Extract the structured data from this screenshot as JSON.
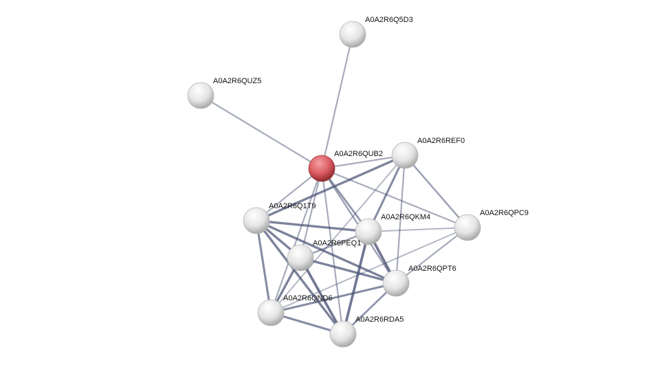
{
  "colors": {
    "edge": "#4a5375",
    "node": "#e8e8e8",
    "query_node": "#d9595f"
  },
  "nodes": [
    {
      "id": "A0A2R6Q5D3",
      "query": false
    },
    {
      "id": "A0A2R6QUZ5",
      "query": false
    },
    {
      "id": "A0A2R6QUB2",
      "query": true
    },
    {
      "id": "A0A2R6REF0",
      "query": false
    },
    {
      "id": "A0A2R6Q1T9",
      "query": false
    },
    {
      "id": "A0A2R6QKM4",
      "query": false
    },
    {
      "id": "A0A2R6QPC9",
      "query": false
    },
    {
      "id": "A0A2R6PEQ1",
      "query": false
    },
    {
      "id": "A0A2R6QPT6",
      "query": false
    },
    {
      "id": "A0A2R6QND6",
      "query": false
    },
    {
      "id": "A0A2R6RDA5",
      "query": false
    }
  ],
  "edges": [
    [
      "A0A2R6QUB2",
      "A0A2R6Q5D3",
      0.4
    ],
    [
      "A0A2R6QUB2",
      "A0A2R6QUZ5",
      0.4
    ],
    [
      "A0A2R6QUB2",
      "A0A2R6REF0",
      0.4
    ],
    [
      "A0A2R6QUB2",
      "A0A2R6Q1T9",
      0.4
    ],
    [
      "A0A2R6QUB2",
      "A0A2R6QKM4",
      0.6
    ],
    [
      "A0A2R6QUB2",
      "A0A2R6QPC9",
      0.4
    ],
    [
      "A0A2R6QUB2",
      "A0A2R6PEQ1",
      0.4
    ],
    [
      "A0A2R6QUB2",
      "A0A2R6QND6",
      0.4
    ],
    [
      "A0A2R6QUB2",
      "A0A2R6RDA5",
      0.4
    ],
    [
      "A0A2R6QUB2",
      "A0A2R6QPT6",
      0.5
    ],
    [
      "A0A2R6REF0",
      "A0A2R6Q1T9",
      0.8
    ],
    [
      "A0A2R6REF0",
      "A0A2R6QKM4",
      0.7
    ],
    [
      "A0A2R6REF0",
      "A0A2R6QPT6",
      0.4
    ],
    [
      "A0A2R6REF0",
      "A0A2R6QPC9",
      0.5
    ],
    [
      "A0A2R6REF0",
      "A0A2R6QND6",
      0.3
    ],
    [
      "A0A2R6Q1T9",
      "A0A2R6QKM4",
      0.8
    ],
    [
      "A0A2R6Q1T9",
      "A0A2R6QPT6",
      0.8
    ],
    [
      "A0A2R6Q1T9",
      "A0A2R6PEQ1",
      0.8
    ],
    [
      "A0A2R6Q1T9",
      "A0A2R6QND6",
      0.7
    ],
    [
      "A0A2R6Q1T9",
      "A0A2R6RDA5",
      0.8
    ],
    [
      "A0A2R6QKM4",
      "A0A2R6QPC9",
      0.3
    ],
    [
      "A0A2R6QKM4",
      "A0A2R6QPT6",
      0.9
    ],
    [
      "A0A2R6QKM4",
      "A0A2R6RDA5",
      0.9
    ],
    [
      "A0A2R6QKM4",
      "A0A2R6PEQ1",
      0.5
    ],
    [
      "A0A2R6PEQ1",
      "A0A2R6QPT6",
      0.8
    ],
    [
      "A0A2R6PEQ1",
      "A0A2R6QND6",
      0.8
    ],
    [
      "A0A2R6PEQ1",
      "A0A2R6RDA5",
      0.9
    ],
    [
      "A0A2R6QPT6",
      "A0A2R6QND6",
      0.7
    ],
    [
      "A0A2R6QPT6",
      "A0A2R6RDA5",
      0.6
    ],
    [
      "A0A2R6QPT6",
      "A0A2R6QPC9",
      0.4
    ],
    [
      "A0A2R6QND6",
      "A0A2R6RDA5",
      0.7
    ],
    [
      "A0A2R6QND6",
      "A0A2R6QPC9",
      0.3
    ]
  ]
}
